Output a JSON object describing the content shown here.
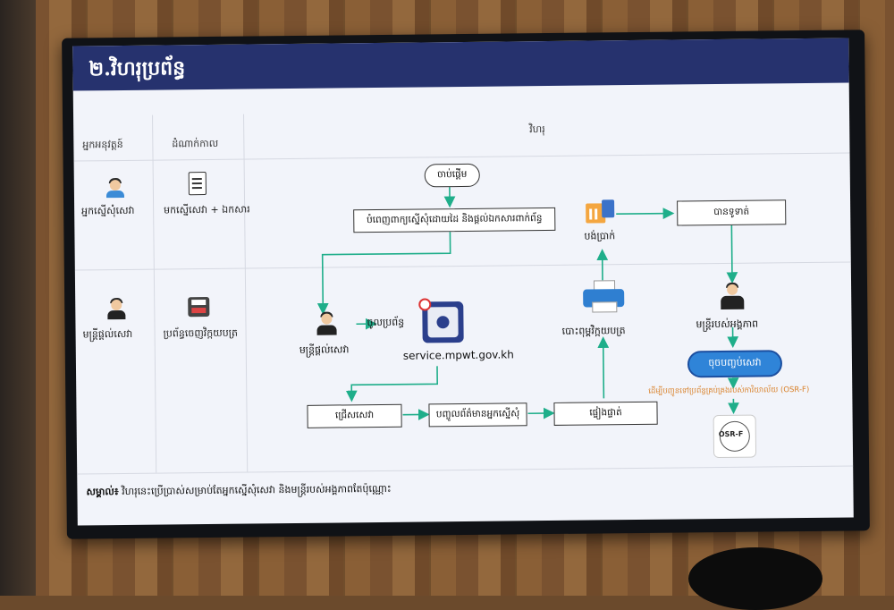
{
  "title": "២.វិហរុប្រព័ន្ធ",
  "columns": {
    "actor": "អ្នកអនុវត្តន៍",
    "stage": "ដំណាក់កាល",
    "flow": "វិហរុ"
  },
  "rows": [
    {
      "actor": "អ្នកស្នើសុំសេវា",
      "stage": "មកស្នើសេវា + ឯកសារ"
    },
    {
      "actor": "មន្ត្រីផ្តល់សេវា",
      "stage": "ប្រព័ន្ធចេញវិក្កយបត្រ"
    }
  ],
  "flow": {
    "start": "ចាប់ផ្តើម",
    "fill_form": "បំពេញពាក្យស្នើសុំដោយដៃ និងផ្តល់ឯកសារពាក់ព័ន្ធ",
    "officer": "មន្ត្រីផ្តល់សេវា",
    "login": "ចូលប្រព័ន្ធ",
    "url": "service.mpwt.gov.kh",
    "select_service": "ជ្រើសសេវា",
    "enter_info": "បញ្ចូលព័ត៌មានអ្នកស្នើសុំ",
    "verify": "ផ្ទៀងផ្ទាត់",
    "print_invoice": "បោះពុម្ពវិក្កយបត្រ",
    "pay": "បង់ប្រាក់",
    "received": "បានទូទាត់",
    "agency_officer": "មន្ត្រីរបស់អង្គភាព",
    "finish": "ចុចបញ្ចប់សេវា",
    "osr_note": "ដើម្បីបញ្ជូនទៅប្រព័ន្ធគ្រប់គ្រងរបស់ការិយាល័យ (OSR-F)",
    "osr_logo": "OSR-F"
  },
  "note": {
    "label": "សម្គាល់៖",
    "text": "វិហរុនេះប្រើប្រាស់សម្រាប់តែអ្នកស្នើសុំសេវា និងមន្ត្រីរបស់អង្គភាពតែប៉ុណ្ណោះ"
  },
  "colors": {
    "title_bar": "#26326e",
    "arrow": "#1fae8a",
    "button": "#2f84d8",
    "note_orange": "#d9822b"
  }
}
